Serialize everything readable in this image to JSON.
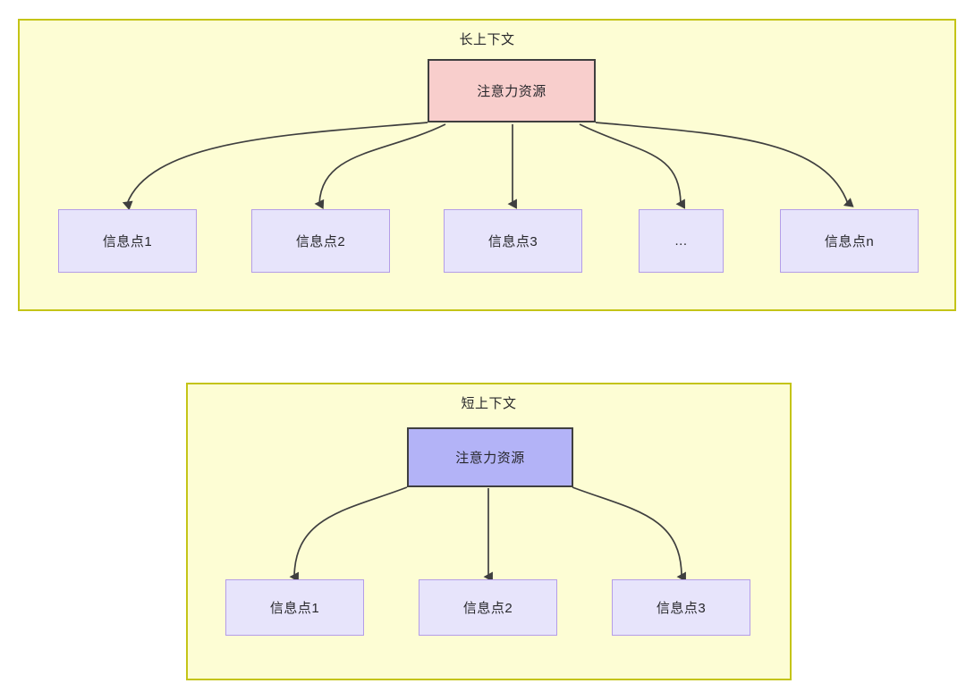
{
  "diagrams": [
    {
      "id": "long-context",
      "title": "长上下文",
      "panel_bg": "#fdfdd4",
      "panel_border": "#c4c417",
      "root": {
        "label": "注意力资源",
        "fill": "#f8cecc",
        "stroke": "#3f3f3f"
      },
      "leaves": [
        {
          "label": "信息点1"
        },
        {
          "label": "信息点2"
        },
        {
          "label": "信息点3"
        },
        {
          "label": "..."
        },
        {
          "label": "信息点n"
        }
      ],
      "leaf_fill": "#e7e4fb",
      "leaf_stroke": "#b49de8"
    },
    {
      "id": "short-context",
      "title": "短上下文",
      "panel_bg": "#fdfdd4",
      "panel_border": "#c4c417",
      "root": {
        "label": "注意力资源",
        "fill": "#b3b3f7",
        "stroke": "#3f3f3f"
      },
      "leaves": [
        {
          "label": "信息点1"
        },
        {
          "label": "信息点2"
        },
        {
          "label": "信息点3"
        }
      ],
      "leaf_fill": "#e7e4fb",
      "leaf_stroke": "#b49de8"
    }
  ],
  "edge_color": "#3f3f3f"
}
